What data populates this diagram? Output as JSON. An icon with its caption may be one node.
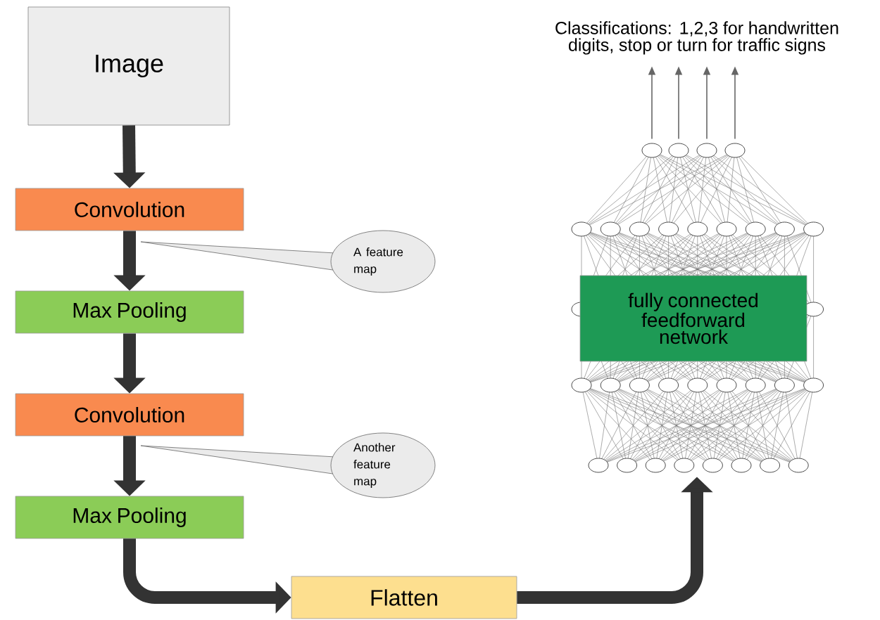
{
  "diagram": {
    "nodes": [
      {
        "text": [
          "Image"
        ]
      },
      {
        "text": [
          "Convolution"
        ]
      },
      {
        "text": [
          "Max Pooling"
        ]
      },
      {
        "text": [
          "Convolution"
        ]
      },
      {
        "text": [
          "Max Pooling"
        ]
      },
      {
        "text": [
          "Flatten"
        ]
      },
      {
        "text": [
          "A feature map"
        ]
      },
      {
        "text": [
          "Another feature map"
        ]
      },
      {
        "text": [],
        "shape": "network"
      },
      {
        "text": [
          "fully connected feedforward network"
        ],
        "in": 8
      },
      {
        "text": [
          "Classifications: 1,2,3 for handwritten digits, stop or turn for traffic signs"
        ]
      }
    ],
    "edges": [
      {
        "from": 0,
        "to": 1,
        "arrow": "to"
      },
      {
        "from": 1,
        "to": 2,
        "arrow": "to"
      },
      {
        "from": 2,
        "to": 3,
        "arrow": "to"
      },
      {
        "from": 3,
        "to": 4,
        "arrow": "to"
      },
      {
        "from": 4,
        "to": 5,
        "arrow": "to"
      },
      {
        "from": 5,
        "to": 8,
        "arrow": "to"
      },
      {
        "from": 8,
        "to": 10,
        "arrow": "to",
        "color": "#666666"
      },
      {
        "from": 8,
        "to": 10,
        "arrow": "to",
        "color": "#666666"
      },
      {
        "from": 8,
        "to": 10,
        "arrow": "to",
        "color": "#666666"
      },
      {
        "from": 8,
        "to": 10,
        "arrow": "to",
        "color": "#666666"
      }
    ]
  }
}
